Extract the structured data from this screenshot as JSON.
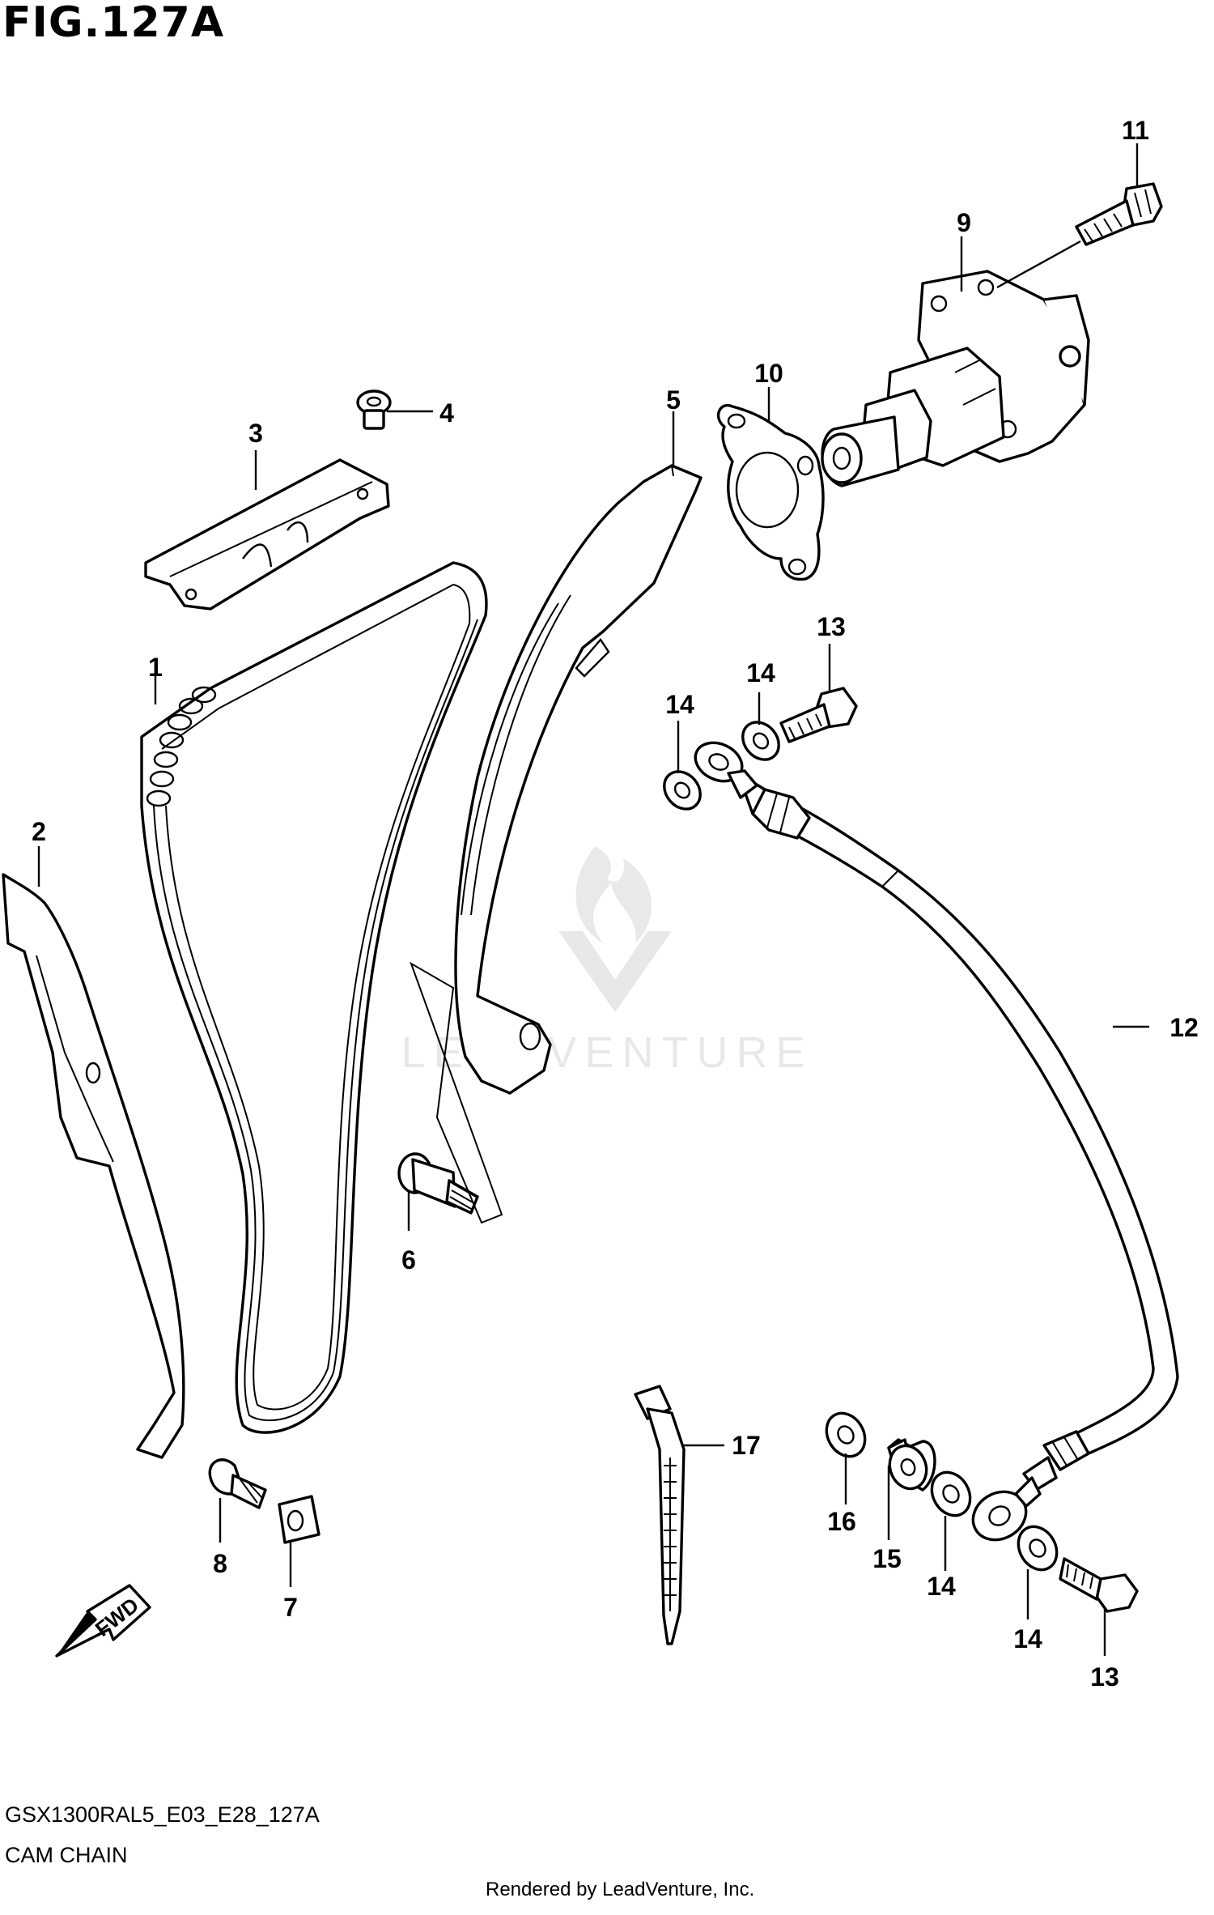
{
  "figure": {
    "title": "FIG.127A",
    "code": "GSX1300RAL5_E03_E28_127A",
    "name": "CAM CHAIN",
    "credit": "Rendered by LeadVenture, Inc.",
    "watermark": "LEADVENTURE"
  },
  "direction_arrow": "FWD",
  "callouts": [
    {
      "id": "c1",
      "label": "1"
    },
    {
      "id": "c2",
      "label": "2"
    },
    {
      "id": "c3",
      "label": "3"
    },
    {
      "id": "c4",
      "label": "4"
    },
    {
      "id": "c5",
      "label": "5"
    },
    {
      "id": "c6",
      "label": "6"
    },
    {
      "id": "c7",
      "label": "7"
    },
    {
      "id": "c8",
      "label": "8"
    },
    {
      "id": "c9",
      "label": "9"
    },
    {
      "id": "c10",
      "label": "10"
    },
    {
      "id": "c11",
      "label": "11"
    },
    {
      "id": "c12",
      "label": "12"
    },
    {
      "id": "c13a",
      "label": "13"
    },
    {
      "id": "c13b",
      "label": "13"
    },
    {
      "id": "c14a",
      "label": "14"
    },
    {
      "id": "c14b",
      "label": "14"
    },
    {
      "id": "c14c",
      "label": "14"
    },
    {
      "id": "c14d",
      "label": "14"
    },
    {
      "id": "c15",
      "label": "15"
    },
    {
      "id": "c16",
      "label": "16"
    },
    {
      "id": "c17",
      "label": "17"
    }
  ]
}
